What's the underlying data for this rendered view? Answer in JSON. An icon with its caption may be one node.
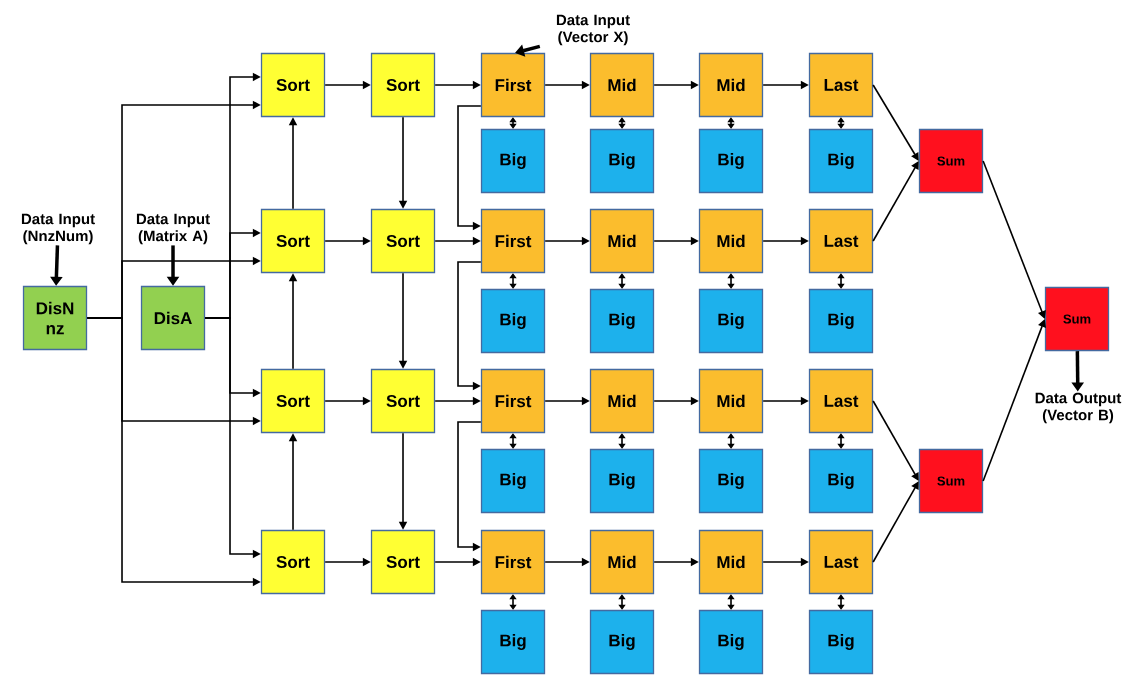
{
  "diagram": {
    "nodes": [
      {
        "text": [
          "Data Input (NnzNum)"
        ]
      },
      {
        "text": [
          "DisN nz"
        ]
      },
      {
        "text": [
          "Data Input (Matrix A)"
        ]
      },
      {
        "text": [
          "DisA"
        ]
      },
      {
        "text": [
          "Data Input (Vector X)"
        ]
      },
      {
        "text": [
          "Sort"
        ]
      },
      {
        "text": [
          "Sort"
        ]
      },
      {
        "text": [
          "Sort"
        ]
      },
      {
        "text": [
          "Sort"
        ]
      },
      {
        "text": [
          "Sort"
        ]
      },
      {
        "text": [
          "Sort"
        ]
      },
      {
        "text": [
          "Sort"
        ]
      },
      {
        "text": [
          "Sort"
        ]
      },
      {
        "text": [
          "First"
        ]
      },
      {
        "text": [
          "Mid"
        ]
      },
      {
        "text": [
          "Mid"
        ]
      },
      {
        "text": [
          "Last"
        ]
      },
      {
        "text": [
          "Big"
        ]
      },
      {
        "text": [
          "Big"
        ]
      },
      {
        "text": [
          "Big"
        ]
      },
      {
        "text": [
          "Big"
        ]
      },
      {
        "text": [
          "First"
        ]
      },
      {
        "text": [
          "Mid"
        ]
      },
      {
        "text": [
          "Mid"
        ]
      },
      {
        "text": [
          "Last"
        ]
      },
      {
        "text": [
          "Big"
        ]
      },
      {
        "text": [
          "Big"
        ]
      },
      {
        "text": [
          "Big"
        ]
      },
      {
        "text": [
          "Big"
        ]
      },
      {
        "text": [
          "First"
        ]
      },
      {
        "text": [
          "Mid"
        ]
      },
      {
        "text": [
          "Mid"
        ]
      },
      {
        "text": [
          "Last"
        ]
      },
      {
        "text": [
          "Big"
        ]
      },
      {
        "text": [
          "Big"
        ]
      },
      {
        "text": [
          "Big"
        ]
      },
      {
        "text": [
          "Big"
        ]
      },
      {
        "text": [
          "First"
        ]
      },
      {
        "text": [
          "Mid"
        ]
      },
      {
        "text": [
          "Mid"
        ]
      },
      {
        "text": [
          "Last"
        ]
      },
      {
        "text": [
          "Big"
        ]
      },
      {
        "text": [
          "Big"
        ]
      },
      {
        "text": [
          "Big"
        ]
      },
      {
        "text": [
          "Big"
        ]
      },
      {
        "text": [
          "Sum"
        ]
      },
      {
        "text": [
          "Sum"
        ]
      },
      {
        "text": [
          "Sum"
        ]
      },
      {
        "text": [
          "Data Output (Vector B)"
        ]
      }
    ],
    "edges": [
      {
        "from": 0,
        "to": 1,
        "arrow": "to",
        "style": "thick"
      },
      {
        "from": 2,
        "to": 3,
        "arrow": "to",
        "style": "thick"
      },
      {
        "from": 4,
        "to": 13,
        "arrow": "to",
        "style": "thick"
      },
      {
        "from": 1,
        "to": 5,
        "arrow": "to"
      },
      {
        "from": 1,
        "to": 6,
        "arrow": "to"
      },
      {
        "from": 1,
        "to": 7,
        "arrow": "to"
      },
      {
        "from": 1,
        "to": 8,
        "arrow": "to"
      },
      {
        "from": 3,
        "to": 5,
        "arrow": "to"
      },
      {
        "from": 3,
        "to": 6,
        "arrow": "to"
      },
      {
        "from": 3,
        "to": 7,
        "arrow": "to"
      },
      {
        "from": 3,
        "to": 8,
        "arrow": "to"
      },
      {
        "from": 6,
        "to": 5,
        "arrow": "to"
      },
      {
        "from": 7,
        "to": 6,
        "arrow": "to"
      },
      {
        "from": 8,
        "to": 7,
        "arrow": "to"
      },
      {
        "from": 9,
        "to": 10,
        "arrow": "to"
      },
      {
        "from": 10,
        "to": 11,
        "arrow": "to"
      },
      {
        "from": 11,
        "to": 12,
        "arrow": "to"
      },
      {
        "from": 5,
        "to": 9,
        "arrow": "to"
      },
      {
        "from": 6,
        "to": 10,
        "arrow": "to"
      },
      {
        "from": 7,
        "to": 11,
        "arrow": "to"
      },
      {
        "from": 8,
        "to": 12,
        "arrow": "to"
      },
      {
        "from": 9,
        "to": 13,
        "arrow": "to"
      },
      {
        "from": 10,
        "to": 21,
        "arrow": "to"
      },
      {
        "from": 11,
        "to": 29,
        "arrow": "to"
      },
      {
        "from": 12,
        "to": 37,
        "arrow": "to"
      },
      {
        "from": 13,
        "to": 21,
        "arrow": "to"
      },
      {
        "from": 21,
        "to": 29,
        "arrow": "to"
      },
      {
        "from": 29,
        "to": 37,
        "arrow": "to"
      },
      {
        "from": 13,
        "to": 14,
        "arrow": "to"
      },
      {
        "from": 14,
        "to": 15,
        "arrow": "to"
      },
      {
        "from": 15,
        "to": 16,
        "arrow": "to"
      },
      {
        "from": 21,
        "to": 22,
        "arrow": "to"
      },
      {
        "from": 22,
        "to": 23,
        "arrow": "to"
      },
      {
        "from": 23,
        "to": 24,
        "arrow": "to"
      },
      {
        "from": 29,
        "to": 30,
        "arrow": "to"
      },
      {
        "from": 30,
        "to": 31,
        "arrow": "to"
      },
      {
        "from": 31,
        "to": 32,
        "arrow": "to"
      },
      {
        "from": 37,
        "to": 38,
        "arrow": "to"
      },
      {
        "from": 38,
        "to": 39,
        "arrow": "to"
      },
      {
        "from": 39,
        "to": 40,
        "arrow": "to"
      },
      {
        "from": 13,
        "to": 17,
        "arrow": "both"
      },
      {
        "from": 14,
        "to": 18,
        "arrow": "both"
      },
      {
        "from": 15,
        "to": 19,
        "arrow": "both"
      },
      {
        "from": 16,
        "to": 20,
        "arrow": "both"
      },
      {
        "from": 21,
        "to": 25,
        "arrow": "both"
      },
      {
        "from": 22,
        "to": 26,
        "arrow": "both"
      },
      {
        "from": 23,
        "to": 27,
        "arrow": "both"
      },
      {
        "from": 24,
        "to": 28,
        "arrow": "both"
      },
      {
        "from": 29,
        "to": 33,
        "arrow": "both"
      },
      {
        "from": 30,
        "to": 34,
        "arrow": "both"
      },
      {
        "from": 31,
        "to": 35,
        "arrow": "both"
      },
      {
        "from": 32,
        "to": 36,
        "arrow": "both"
      },
      {
        "from": 37,
        "to": 41,
        "arrow": "both"
      },
      {
        "from": 38,
        "to": 42,
        "arrow": "both"
      },
      {
        "from": 39,
        "to": 43,
        "arrow": "both"
      },
      {
        "from": 40,
        "to": 44,
        "arrow": "both"
      },
      {
        "from": 16,
        "to": 45,
        "arrow": "to"
      },
      {
        "from": 24,
        "to": 45,
        "arrow": "to"
      },
      {
        "from": 32,
        "to": 47,
        "arrow": "to"
      },
      {
        "from": 40,
        "to": 47,
        "arrow": "to"
      },
      {
        "from": 45,
        "to": 46,
        "arrow": "to"
      },
      {
        "from": 47,
        "to": 46,
        "arrow": "to"
      },
      {
        "from": 46,
        "to": 48,
        "arrow": "to",
        "style": "thick"
      }
    ]
  }
}
